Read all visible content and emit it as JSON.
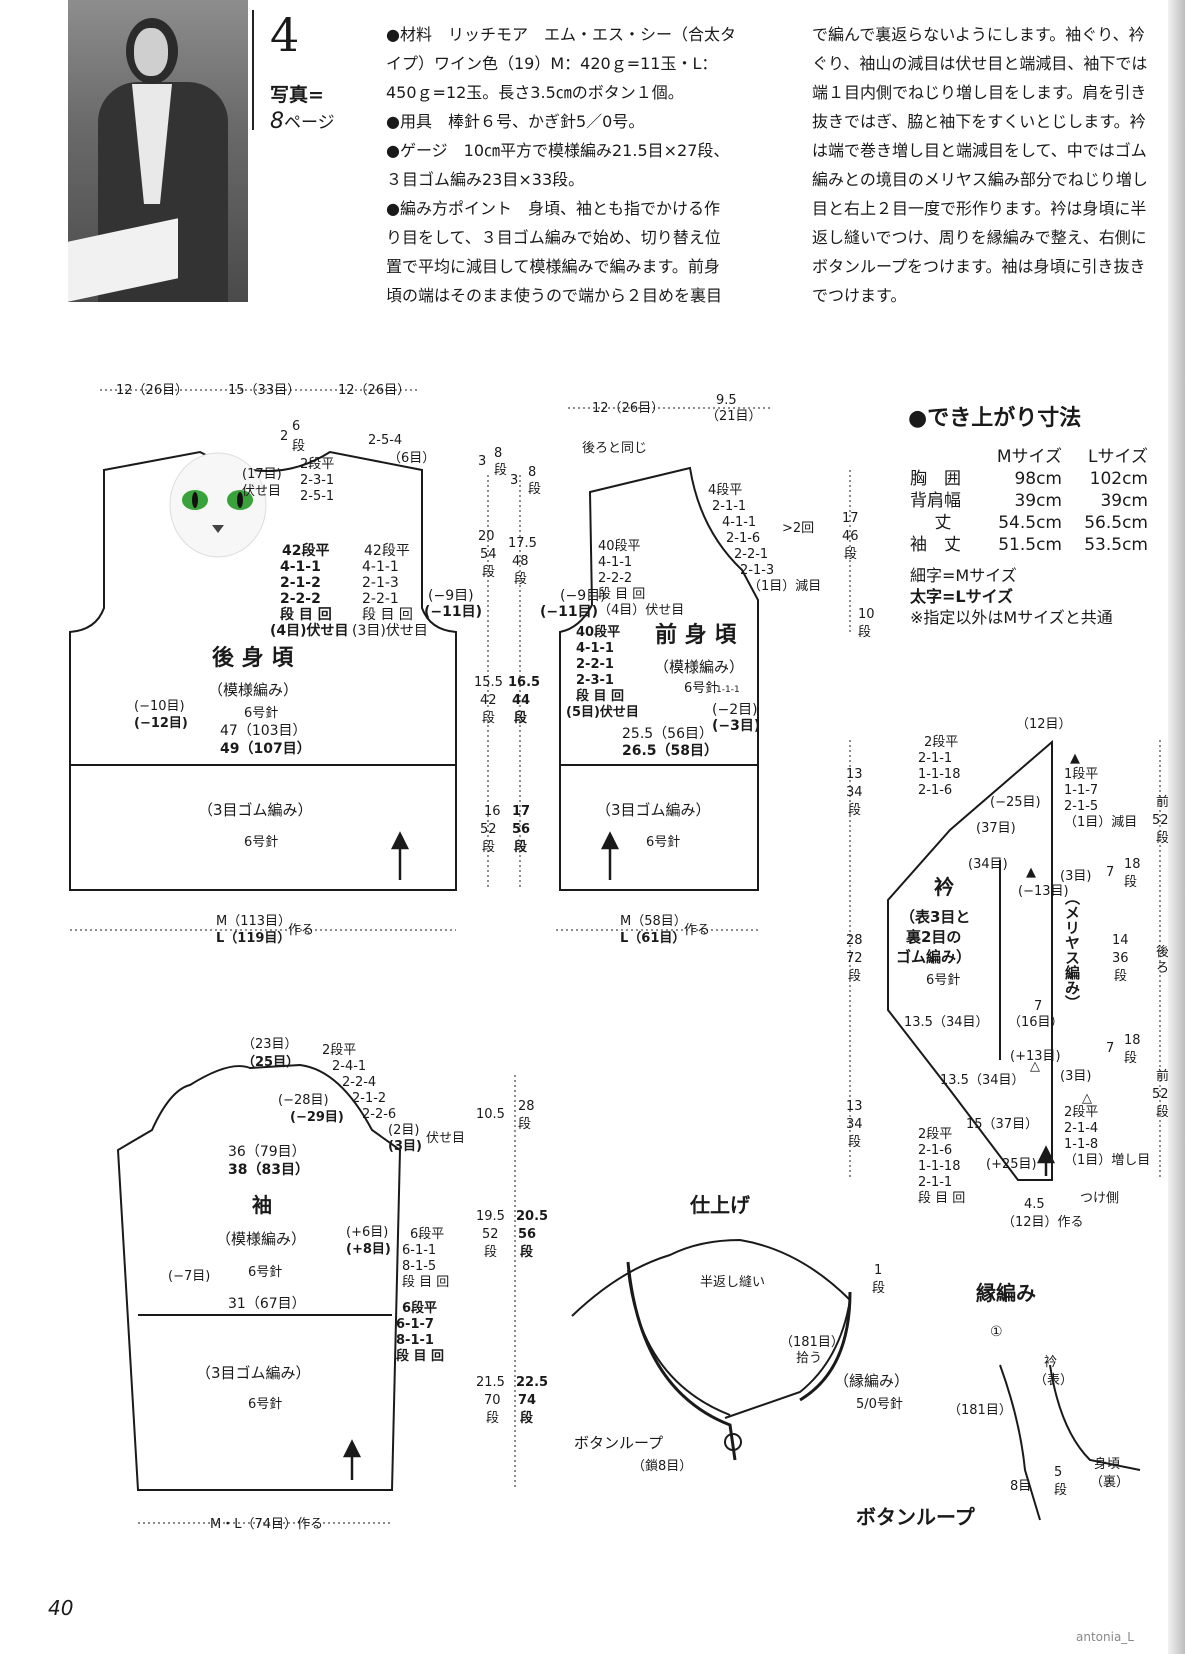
{
  "header": {
    "number": "4",
    "photo_label": "写真=",
    "photo_page_num": "8",
    "photo_page_suffix": "ページ"
  },
  "instructions_col1": [
    "●材料　リッチモア　エム・エス・シー（合太タ",
    "イプ）ワイン色（19）M：420ｇ=11玉・L：",
    "450ｇ=12玉。長さ3.5㎝のボタン１個。",
    "●用具　棒針６号、かぎ針5／0号。",
    "●ゲージ　10㎝平方で模様編み21.5目×27段、",
    "３目ゴム編み23目×33段。",
    "●編み方ポイント　身頃、袖とも指でかける作",
    "り目をして、３目ゴム編みで始め、切り替え位",
    "置で平均に減目して模様編みで編みます。前身",
    "頃の端はそのまま使うので端から２目めを裏目"
  ],
  "instructions_col2": [
    "で編んで裏返らないようにします。袖ぐり、衿",
    "ぐり、袖山の減目は伏せ目と端減目、袖下では",
    "端１目内側でねじり増し目をします。肩を引き",
    "抜きではぎ、脇と袖下をすくいとじします。衿",
    "は端で巻き増し目と端減目をして、中ではゴム",
    "編みとの境目のメリヤス編み部分でねじり増し",
    "目と右上２目一度で形作ります。衿は身頃に半",
    "返し縫いでつけ、周りを縁編みで整え、右側に",
    "ボタンループをつけます。袖は身頃に引き抜き",
    "でつけます。"
  ],
  "back_body": {
    "top_widths": [
      "12（26目）",
      "15（33目）",
      "12（26目）"
    ],
    "neck_rows": [
      "2",
      "6",
      "段"
    ],
    "neck_shaping": [
      "2-5-4",
      "（6目）"
    ],
    "neck_center": [
      "(17目)",
      "伏せ目"
    ],
    "neck_rules": [
      "2段平",
      "2-3-1",
      "2-5-1"
    ],
    "armhole_left": [
      "42段平",
      "4-1-1",
      "2-1-2",
      "2-2-2",
      "段 目 回",
      "(4目)伏せ目"
    ],
    "armhole_right": [
      "42段平",
      "4-1-1",
      "2-1-3",
      "2-2-1",
      "段 目 回",
      "(3目)伏せ目"
    ],
    "armhole_dec": [
      "(−9目)",
      "(−11目)"
    ],
    "title": "後 身 頃",
    "pattern": "（模様編み）",
    "needle": "6号針",
    "decrease": [
      "(−10目)",
      "(−12目)"
    ],
    "width": [
      "47（103目）",
      "49（107目）"
    ],
    "rib": "（3目ゴム編み）",
    "rib_needle": "6号針",
    "cast_on": [
      "M（113目）",
      "L（119目）"
    ],
    "cast_on_suffix": "作る"
  },
  "back_heights": {
    "shoulder": [
      "3",
      "8",
      "段",
      "3",
      "8",
      "段"
    ],
    "armhole": [
      "20",
      "54",
      "段",
      "17.5",
      "48",
      "段"
    ],
    "body": [
      "15.5",
      "42",
      "段",
      "16.5",
      "44",
      "段"
    ],
    "rib": [
      "16",
      "52",
      "段",
      "17",
      "56",
      "段"
    ]
  },
  "front_body": {
    "top_widths": [
      "12（26目）",
      "9.5",
      "（21目）"
    ],
    "same_as_back": "後ろと同じ",
    "neck_rules": [
      "4段平",
      "2-1-1",
      "4-1-1",
      "2-1-6",
      "2-2-1",
      "2-1-3",
      "（1目）減目"
    ],
    "neck_bracket": ">2回",
    "shoulder_rules": [
      "40段平",
      "4-1-1",
      "2-2-2",
      "段 目 回",
      "（4目）伏せ目"
    ],
    "armhole_rules": [
      "40段平",
      "4-1-1",
      "2-2-1",
      "2-3-1",
      "段 目 回",
      "(5目)伏せ目"
    ],
    "armhole_dec": [
      "(−9目)",
      "(−11目)"
    ],
    "title": "前 身 頃",
    "pattern": "（模様編み）",
    "needle": "6号針",
    "tiny_marks": "1-1-1",
    "decrease": [
      "(−2目)",
      "(−3目)"
    ],
    "width": [
      "25.5（56目）",
      "26.5（58目）"
    ],
    "rib": "（3目ゴム編み）",
    "rib_needle": "6号針",
    "cast_on": [
      "M（58目）",
      "L（61目）"
    ],
    "cast_on_suffix": "作る"
  },
  "front_heights": {
    "neck": [
      "17",
      "46",
      "段"
    ],
    "shoulder": [
      "10",
      "段"
    ]
  },
  "finished_sizes": {
    "title": "●でき上がり寸法",
    "headers": [
      "Mサイズ",
      "Lサイズ"
    ],
    "rows": [
      {
        "label": "胸　囲",
        "m": "98cm",
        "l": "102cm"
      },
      {
        "label": "背肩幅",
        "m": "39cm",
        "l": "39cm"
      },
      {
        "label": "丈",
        "m": "54.5cm",
        "l": "56.5cm"
      },
      {
        "label": "袖　丈",
        "m": "51.5cm",
        "l": "53.5cm"
      }
    ],
    "notes": [
      "細字=Mサイズ",
      "太字=Lサイズ",
      "※指定以外はMサイズと共通"
    ]
  },
  "collar": {
    "top": "（12目）",
    "left_rules": [
      "2段平",
      "2-1-1",
      "1-1-18",
      "2-1-6"
    ],
    "right_rules": [
      "1段平",
      "1-1-7",
      "2-1-5",
      "（1目）減目"
    ],
    "dec": "(−25目)",
    "st37": "(37目)",
    "st34": "(34目)",
    "dec13": "(−13目)",
    "st3a": "(3目)",
    "title": "衿",
    "subtitle": [
      "（表3目と",
      "裏2目の",
      "ゴム編み）"
    ],
    "needle": "6号針",
    "stockinette": "（メリヤス編み）",
    "mid_w": [
      "7",
      "（16目）"
    ],
    "w1": "13.5（34目）",
    "w2": "13.5（34目）",
    "inc13": "(+13目)",
    "st3b": "(3目)",
    "w3": "15（37目）",
    "inc25": "(+25目)",
    "bottom_left_rules": [
      "2段平",
      "2-1-6",
      "1-1-18",
      "2-1-1",
      "段 目 回"
    ],
    "bottom_right_rules": [
      "2段平",
      "2-1-4",
      "1-1-8",
      "（1目）増し目"
    ],
    "attach": "つけ側",
    "bottom_w": [
      "4.5",
      "（12目）作る"
    ],
    "heights_left": [
      "13",
      "34",
      "段",
      "28",
      "72",
      "段",
      "13",
      "34",
      "段"
    ],
    "heights_right": [
      "7",
      "18",
      "段",
      "14",
      "36",
      "段",
      "7",
      "18",
      "段"
    ],
    "side": [
      "前",
      "52",
      "段",
      "後",
      "ろ",
      "前",
      "52",
      "段"
    ],
    "tri": "▲",
    "tri_open": "△"
  },
  "sleeve": {
    "top": [
      "（23目）",
      "（25目）"
    ],
    "cap_rules": [
      "2段平",
      "2-4-1",
      "2-2-4",
      "2-1-2",
      "2-2-6"
    ],
    "cap_dec": [
      "(−28目)",
      "(−29目)"
    ],
    "bind": [
      "(2目)",
      "(3目)",
      "伏せ目"
    ],
    "width": [
      "36（79目）",
      "38（83目）"
    ],
    "title": "袖",
    "pattern": "（模様編み）",
    "needle": "6号針",
    "inc": [
      "(+6目)",
      "(+8目)"
    ],
    "inc_rules": [
      "6段平",
      "6-1-1",
      "8-1-5",
      "段 目 回"
    ],
    "inc_rules2": [
      "6段平",
      "6-1-7",
      "8-1-1",
      "段 目 回"
    ],
    "dec7": "(−7目)",
    "width2": "31（67目）",
    "rib": "（3目ゴム編み）",
    "rib_needle": "6号針",
    "cast_on": "M・L（74目）作る",
    "heights": {
      "cap": [
        "10.5",
        "28",
        "段"
      ],
      "body": [
        "19.5",
        "52",
        "段",
        "20.5",
        "56",
        "段"
      ],
      "rib": [
        "21.5",
        "70",
        "段",
        "22.5",
        "74",
        "段"
      ]
    }
  },
  "finishing": {
    "title": "仕上げ",
    "backstitch": "半返し縫い",
    "rows": [
      "1",
      "段"
    ],
    "pick": [
      "（181目）",
      "拾う"
    ],
    "edging": "（縁編み）",
    "hook": "5/0号針",
    "button_loop": "ボタンループ",
    "chain": "（鎖8目）"
  },
  "edging": {
    "title": "縁編み",
    "circle": "①",
    "collar": [
      "衿",
      "（表）"
    ],
    "count": "（181目）",
    "body": [
      "身頃",
      "（裏）"
    ],
    "chain": "8目",
    "rows": [
      "5",
      "段"
    ],
    "button_loop": "ボタンループ"
  },
  "footer": {
    "page_number": "40",
    "signature": "antonia_L"
  }
}
